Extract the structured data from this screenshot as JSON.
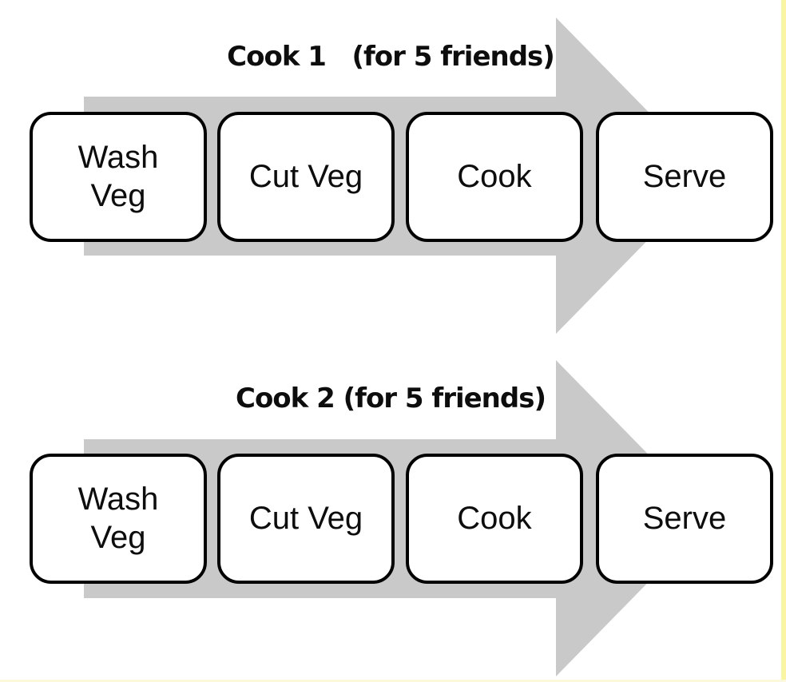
{
  "diagram": {
    "arrow_color": "#c9c9c9",
    "box_fill": "#ffffff",
    "box_border_color": "#000000",
    "text_color": "#0d0d0d",
    "accent_right_color": "#f9f5a3",
    "accent_bottom_color": "#fbf8dc",
    "rows": [
      {
        "title": "Cook 1   (for 5 friends)",
        "steps": [
          {
            "label": "Wash\nVeg"
          },
          {
            "label": "Cut Veg"
          },
          {
            "label": "Cook"
          },
          {
            "label": "Serve"
          }
        ]
      },
      {
        "title": "Cook 2 (for 5 friends)",
        "steps": [
          {
            "label": "Wash\nVeg"
          },
          {
            "label": "Cut Veg"
          },
          {
            "label": "Cook"
          },
          {
            "label": "Serve"
          }
        ]
      }
    ]
  }
}
